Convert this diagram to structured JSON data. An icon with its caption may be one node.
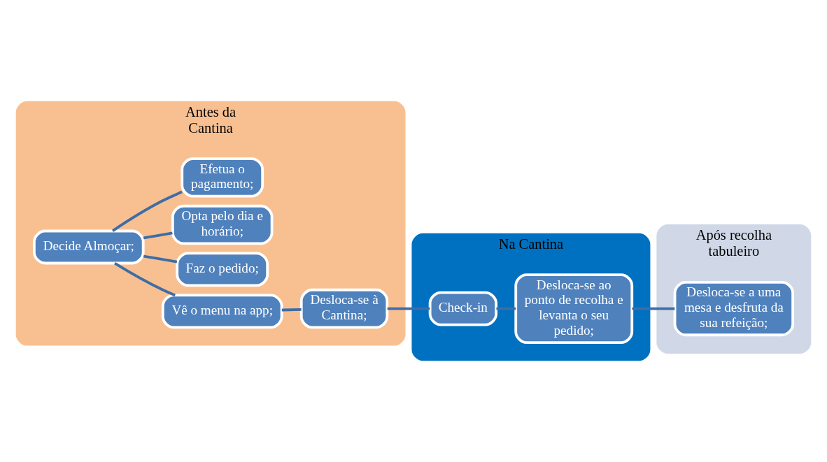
{
  "diagram": {
    "nodes": [
      {
        "text": [
          "Antes da Cantina"
        ]
      },
      {
        "text": [
          "Decide Almoçar;"
        ],
        "in": 0
      },
      {
        "text": [
          "Vê o menu na app;"
        ],
        "in": 0
      },
      {
        "text": [
          "Faz o pedido;"
        ],
        "in": 0
      },
      {
        "text": [
          "Opta pelo dia e horário;"
        ],
        "in": 0
      },
      {
        "text": [
          "Efetua o pagamento;"
        ],
        "in": 0
      },
      {
        "text": [
          "Desloca-se à Cantina;"
        ],
        "in": 0
      },
      {
        "text": [
          "Na Cantina"
        ]
      },
      {
        "text": [
          "Check-in"
        ],
        "in": 7
      },
      {
        "text": [
          "Desloca-se ao ponto de recolha e levanta o seu pedido;"
        ],
        "in": 7
      },
      {
        "text": [
          "Após recolha tabuleiro"
        ]
      },
      {
        "text": [
          "Desloca-se a uma mesa e desfruta da sua refeição;"
        ],
        "in": 10
      }
    ],
    "edges": [
      {
        "from": 1,
        "to": 2,
        "arrow": "none"
      },
      {
        "from": 1,
        "to": 3,
        "arrow": "none"
      },
      {
        "from": 1,
        "to": 4,
        "arrow": "none"
      },
      {
        "from": 1,
        "to": 5,
        "arrow": "none"
      },
      {
        "from": 2,
        "to": 6,
        "arrow": "none"
      },
      {
        "from": 6,
        "to": 8,
        "arrow": "none"
      },
      {
        "from": 8,
        "to": 9,
        "arrow": "none"
      },
      {
        "from": 9,
        "to": 11,
        "arrow": "none"
      }
    ]
  }
}
